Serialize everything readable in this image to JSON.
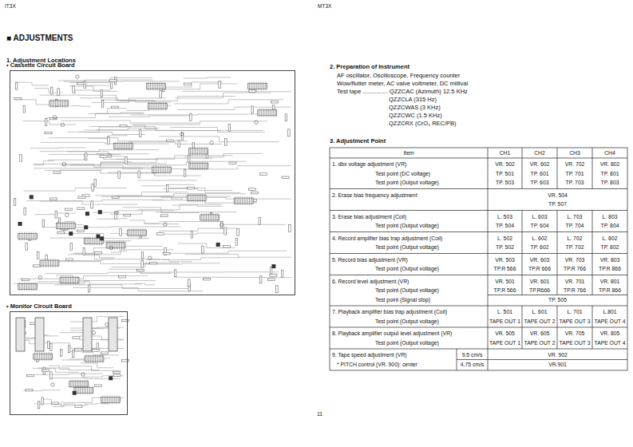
{
  "diagram": {
    "title": "■ ADJUSTMENTS",
    "nodes": [
      {
        "text": [
          "• Cassette Circuit Board"
        ]
      },
      {
        "text": [
          "• Monitor Circuit Board"
        ]
      }
    ],
    "labels": [
      "IT3X",
      "MT3X",
      "1. Adjustment Locations",
      "2. Preparation of Instrument",
      "AF oscillator, Oscilloscope, Frequency counter",
      "Wow/flutter meter, AC valve voltmeter, DC millival",
      "Test tape ............... QZZCAC (Azimuth) 12.5 KHz",
      "QZZCLA (315 Hz)",
      "QZZCWAS (3 KHz)",
      "QZZCWC (1.5 KHz)",
      "QZZCRX (CrO₂ REC/PB)",
      "3. Adjustment Point",
      "11",
      "Item",
      "CH1",
      "CH2",
      "CH3",
      "CH4",
      "1. dbx voltage adjustment (VR)",
      "VR. 502",
      "VR. 602",
      "VR. 702",
      "VR. 802",
      "Test point (DC voltage)",
      "TP. 501",
      "TP. 601",
      "TP. 701",
      "TP. 801",
      "Test point (Output voltage)",
      "TP. 503",
      "TP. 603",
      "TP. 703",
      "TP. 803",
      "2. Erase bias frequency adjustment",
      "VR. 504",
      "TP. 507",
      "3. Erase bias adjustment (Coil)",
      "L. 503",
      "L. 603",
      "L. 703",
      "L. 803",
      "Test point (Output voltage)",
      "TP. 504",
      "TP. 604",
      "TP. 704",
      "TP. 804",
      "4. Record amplifier bias trap adjustment (Coil)",
      "L. 502",
      "L. 602",
      "L. 702",
      "L. 802",
      "Test point (Output voltage)",
      "TP. 502",
      "TP. 602",
      "TP. 702",
      "TP. 802",
      "5. Record bias adjustment (VR)",
      "VR. 503",
      "VR. 603",
      "VR. 703",
      "VR. 803",
      "Test point (Output voltage)",
      "TP.R 566",
      "TP.R 666",
      "TP.R 766",
      "TP.R 866",
      "6. Record level adjustment (VR)",
      "VR. 501",
      "VR. 601",
      "VR. 701",
      "VR. 801",
      "Test point (Output voltage)",
      "TP.R 566",
      "TP.R666",
      "TP.R 766",
      "TP.R 866",
      "Test point (Signal stop)",
      "TP. 505",
      "7. Playback amplifier bias trap adjustment (Coil)",
      "L. 501",
      "L. 601",
      "L. 701",
      "L.801",
      "Test point (Output voltage)",
      "TAPE OUT 1",
      "TAPE OUT 2",
      "TAPE OUT 3",
      "TAPE OUT 4",
      "8. Playback amplifier output level adjustment (VR)",
      "VR. 505",
      "VR. 605",
      "VR. 705",
      "VR. 805",
      "Test point (Output voltage)",
      "TAPE OUT 1",
      "TAPE OUT 2",
      "TAPE OUT 3",
      "TAPE OUT 4",
      "9. Tape speed adjustment (VR)",
      "9.5 cm/s",
      "VR. 902",
      "* PITCH control (VR. 900): center",
      "4.75 cm/s",
      "VR.901"
    ]
  }
}
